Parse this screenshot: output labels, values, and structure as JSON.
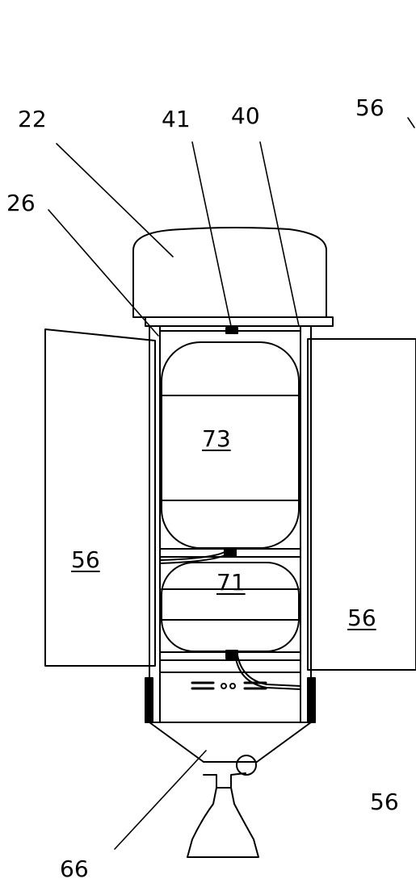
{
  "labels": {
    "ref_22": "22",
    "ref_41": "41",
    "ref_40": "40",
    "ref_56_top": "56",
    "ref_26": "26",
    "ref_73": "73",
    "ref_56_left": "56",
    "ref_71": "71",
    "ref_56_right": "56",
    "ref_56_bottom": "56",
    "ref_66": "66"
  },
  "colors": {
    "line": "#000000",
    "background": "#ffffff"
  }
}
